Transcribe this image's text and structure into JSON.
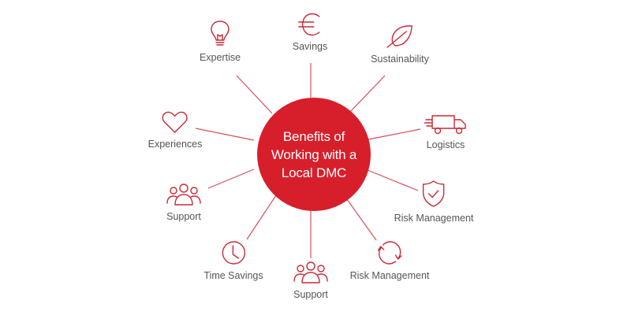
{
  "diagram": {
    "type": "hub-and-spoke",
    "accent_color": "#d71f2b",
    "line_color": "#d4505a",
    "text_color": "#555555",
    "hub": {
      "title": "Benefits of Working with a Local DMC"
    },
    "nodes": [
      {
        "id": "expertise",
        "label": "Expertise",
        "icon": "lightbulb-icon"
      },
      {
        "id": "savings",
        "label": "Savings",
        "icon": "euro-icon"
      },
      {
        "id": "sustainability",
        "label": "Sustainability",
        "icon": "leaf-icon"
      },
      {
        "id": "experiences",
        "label": "Experiences",
        "icon": "heart-icon"
      },
      {
        "id": "logistics",
        "label": "Logistics",
        "icon": "truck-icon"
      },
      {
        "id": "support-left",
        "label": "Support",
        "icon": "group-icon"
      },
      {
        "id": "risk-management-right",
        "label": "Risk Management",
        "icon": "shield-check-icon"
      },
      {
        "id": "time-savings",
        "label": "Time Savings",
        "icon": "clock-icon"
      },
      {
        "id": "support-bottom",
        "label": "Support",
        "icon": "group-icon"
      },
      {
        "id": "risk-management-bottom",
        "label": "Risk Management",
        "icon": "refresh-cycle-icon"
      }
    ]
  }
}
